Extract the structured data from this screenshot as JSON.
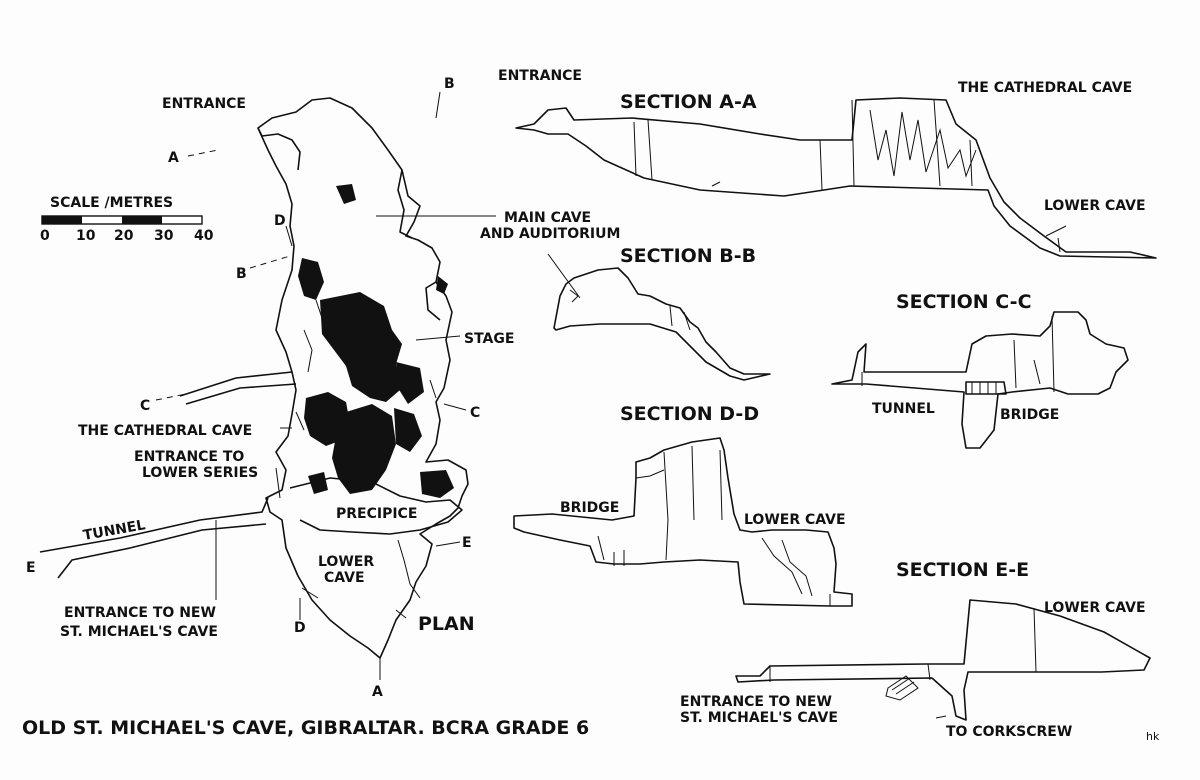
{
  "title": "OLD ST. MICHAEL'S CAVE, GIBRALTAR. BCRA GRADE 6",
  "initials": "hk",
  "scale": {
    "label": "SCALE /METRES",
    "ticks": [
      "0",
      "10",
      "20",
      "30",
      "40"
    ]
  },
  "plan": {
    "label": "PLAN",
    "labels": {
      "entrance": "ENTRANCE",
      "main_cave": "MAIN CAVE",
      "auditorium": "AND AUDITORIUM",
      "stage": "STAGE",
      "cathedral": "THE CATHEDRAL CAVE",
      "entrance_lower_1": "ENTRANCE TO",
      "entrance_lower_2": "LOWER SERIES",
      "tunnel": "TUNNEL",
      "precipice": "PRECIPICE",
      "lower_cave_1": "LOWER",
      "lower_cave_2": "CAVE",
      "new_entrance_1": "ENTRANCE TO NEW",
      "new_entrance_2": "ST. MICHAEL'S CAVE"
    },
    "section_markers": [
      "A",
      "A",
      "B",
      "B",
      "C",
      "C",
      "D",
      "D",
      "E",
      "E"
    ]
  },
  "sections": {
    "aa": {
      "title": "SECTION A-A",
      "entrance": "ENTRANCE",
      "cathedral": "THE CATHEDRAL CAVE",
      "lower_cave": "LOWER CAVE"
    },
    "bb": {
      "title": "SECTION B-B"
    },
    "cc": {
      "title": "SECTION C-C",
      "tunnel": "TUNNEL",
      "bridge": "BRIDGE"
    },
    "dd": {
      "title": "SECTION D-D",
      "bridge": "BRIDGE",
      "lower_cave": "LOWER CAVE"
    },
    "ee": {
      "title": "SECTION E-E",
      "lower_cave": "LOWER CAVE",
      "new_entrance_1": "ENTRANCE TO NEW",
      "new_entrance_2": "ST. MICHAEL'S CAVE",
      "corkscrew": "TO CORKSCREW"
    }
  }
}
